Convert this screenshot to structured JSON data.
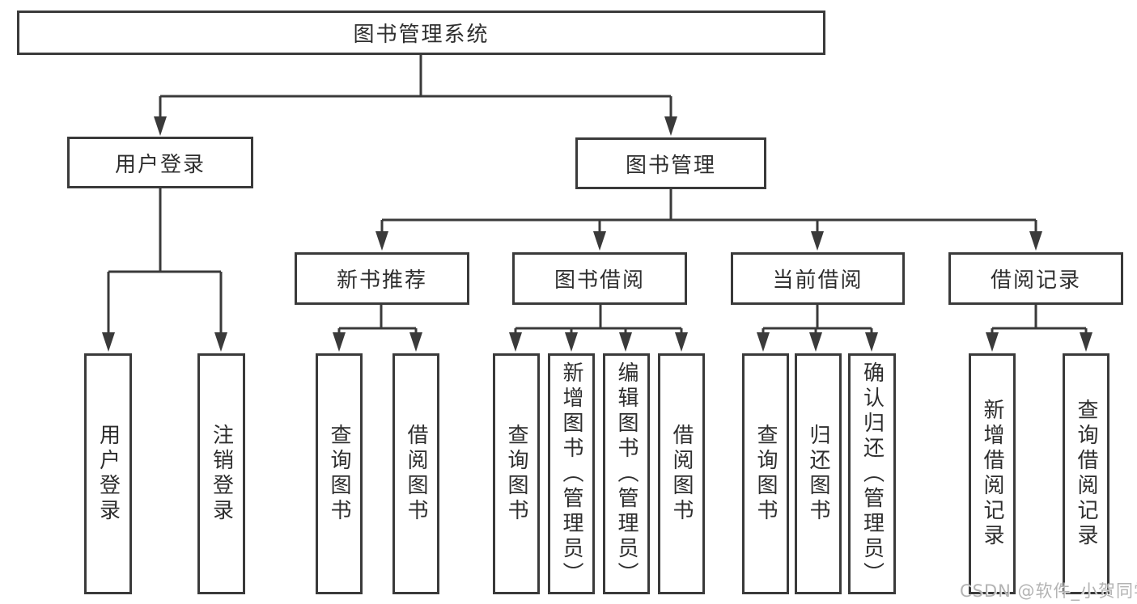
{
  "diagram": {
    "title": "图书管理系统",
    "root": {
      "label": "图书管理系统"
    },
    "branches": [
      {
        "label": "用户登录",
        "children": [
          {
            "label": "用户登录"
          },
          {
            "label": "注销登录"
          }
        ]
      },
      {
        "label": "图书管理",
        "children": [
          {
            "label": "新书推荐",
            "children": [
              {
                "label": "查询图书"
              },
              {
                "label": "借阅图书"
              }
            ]
          },
          {
            "label": "图书借阅",
            "children": [
              {
                "label": "查询图书"
              },
              {
                "label": "新增图书（管理员）"
              },
              {
                "label": "编辑图书（管理员）"
              },
              {
                "label": "借阅图书"
              }
            ]
          },
          {
            "label": "当前借阅",
            "children": [
              {
                "label": "查询图书"
              },
              {
                "label": "归还图书"
              },
              {
                "label": "确认归还（管理员）"
              }
            ]
          },
          {
            "label": "借阅记录",
            "children": [
              {
                "label": "新增借阅记录"
              },
              {
                "label": "查询借阅记录"
              }
            ]
          }
        ]
      }
    ]
  },
  "watermark": {
    "text": "CSDN @软件_小贺同学"
  },
  "colors": {
    "line": "#3a3a3a",
    "text": "#2e2e2e",
    "watermark": "#b3b3b3",
    "background": "#ffffff"
  }
}
